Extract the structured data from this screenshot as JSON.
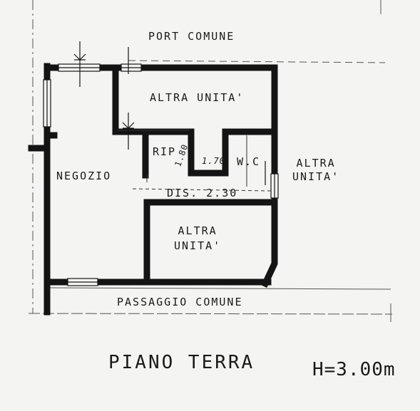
{
  "plan": {
    "porch_label": "PORT  COMUNE",
    "rooms": {
      "unit_top": "ALTRA UNITA'",
      "unit_right_line1": "ALTRA",
      "unit_right_line2": "UNITA'",
      "unit_bottom_line1": "ALTRA",
      "unit_bottom_line2": "UNITA'",
      "shop": "NEGOZIO",
      "storage": "RIP",
      "wc": "W.C",
      "corridor": "DIS. 2.30"
    },
    "dimensions": {
      "wc_height": "1.70",
      "rip_height": "1.80"
    },
    "passage_label": "PASSAGGIO COMUNE",
    "floor_name": "PIANO TERRA",
    "ceiling_height": "H=3.00m"
  }
}
